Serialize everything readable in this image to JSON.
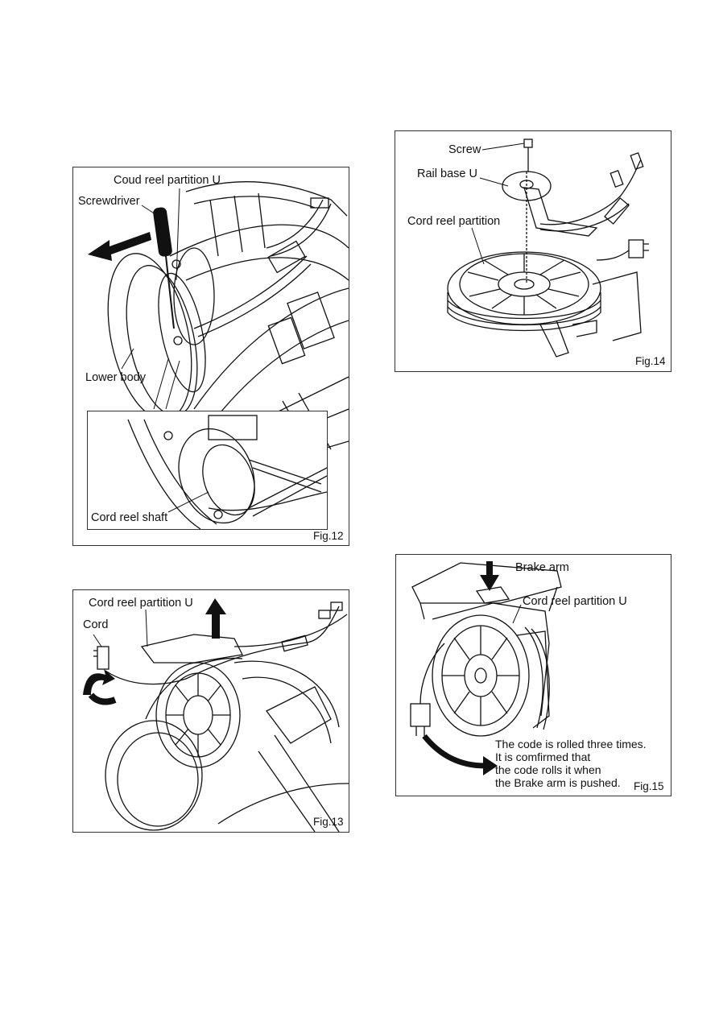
{
  "fig12": {
    "labels": {
      "partition": "Coud reel partition U",
      "screwdriver": "Screwdriver",
      "lower_body": "Lower body",
      "shaft": "Cord reel shaft"
    },
    "number": "Fig.12"
  },
  "fig13": {
    "labels": {
      "partition": "Cord reel partition U",
      "cord": "Cord"
    },
    "number": "Fig.13"
  },
  "fig14": {
    "labels": {
      "screw": "Screw",
      "rail_base": "Rail base U",
      "partition": "Cord reel partition"
    },
    "number": "Fig.14"
  },
  "fig15": {
    "labels": {
      "brake_arm": "Brake arm",
      "partition": "Cord reel partition U"
    },
    "note": [
      "The code is rolled three times.",
      "It is comfirmed that",
      "the code rolls it when",
      "the Brake arm is pushed."
    ],
    "number": "Fig.15"
  }
}
